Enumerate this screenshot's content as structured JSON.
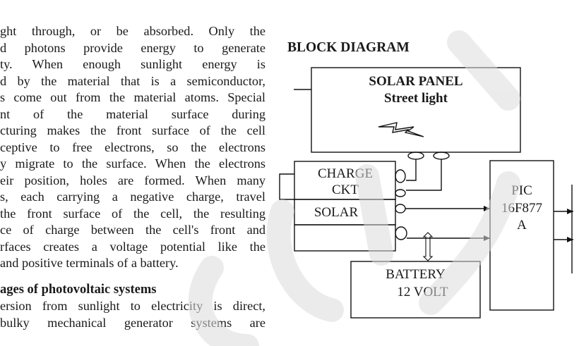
{
  "paper": {
    "lines": [
      "ght through, or be absorbed. Only the",
      "d photons provide energy to generate",
      "ty. When enough sunlight energy is",
      "d by the material that is a semiconductor,",
      "s come out from the material atoms. Special",
      "nt of the material surface during",
      "cturing makes the front surface of the cell",
      "ceptive to free electrons, so the electrons",
      "y migrate to the surface. When the electrons",
      "eir position, holes are formed. When many",
      "s, each carrying a negative charge, travel",
      "the front surface of the cell, the resulting",
      "ce of charge between the cell's front and",
      "rfaces creates a voltage potential like the",
      "and positive terminals of a battery."
    ],
    "section_heading": "ages of photovoltaic systems",
    "after_lines": [
      "ersion from sunlight to electricity is direct,",
      "bulky mechanical generator systems are"
    ]
  },
  "diagram": {
    "title": "BLOCK DIAGRAM",
    "solar_panel": {
      "line1": "SOLAR PANEL",
      "line2": "Street light"
    },
    "charge_ckt": {
      "line1": "CHARGE",
      "line2": "CKT"
    },
    "solar": "SOLAR",
    "pic": {
      "line1": "PIC",
      "line2": "16F877",
      "line3": "A"
    },
    "battery": {
      "line1": "BATTERY",
      "line2": "12 VOLT"
    }
  }
}
